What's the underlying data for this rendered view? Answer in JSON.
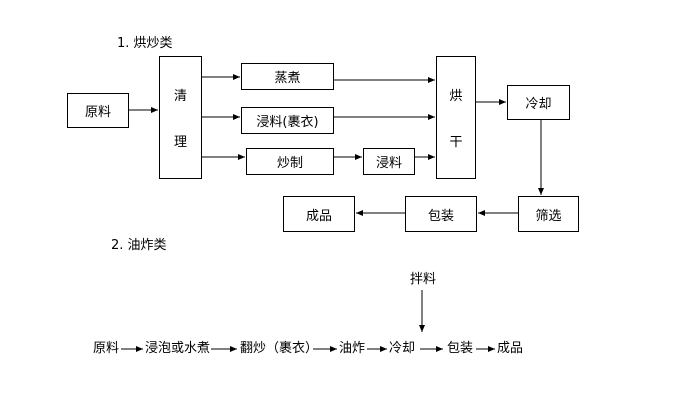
{
  "section1": {
    "title": "1. 烘炒类",
    "raw": "原料",
    "clean_char1": "清",
    "clean_char2": "理",
    "steam": "蒸煮",
    "soak_coat": "浸料(裹衣)",
    "fry": "炒制",
    "soak": "浸料",
    "dry_char1": "烘",
    "dry_char2": "干",
    "cool": "冷却",
    "screen": "筛选",
    "pack": "包装",
    "product": "成品"
  },
  "section2": {
    "title": "2. 油炸类",
    "mix": "拌料",
    "flow": [
      "原料",
      "浸泡或水煮",
      "翻炒（裹衣）",
      "油炸",
      "冷却",
      "包装",
      "成品"
    ]
  }
}
